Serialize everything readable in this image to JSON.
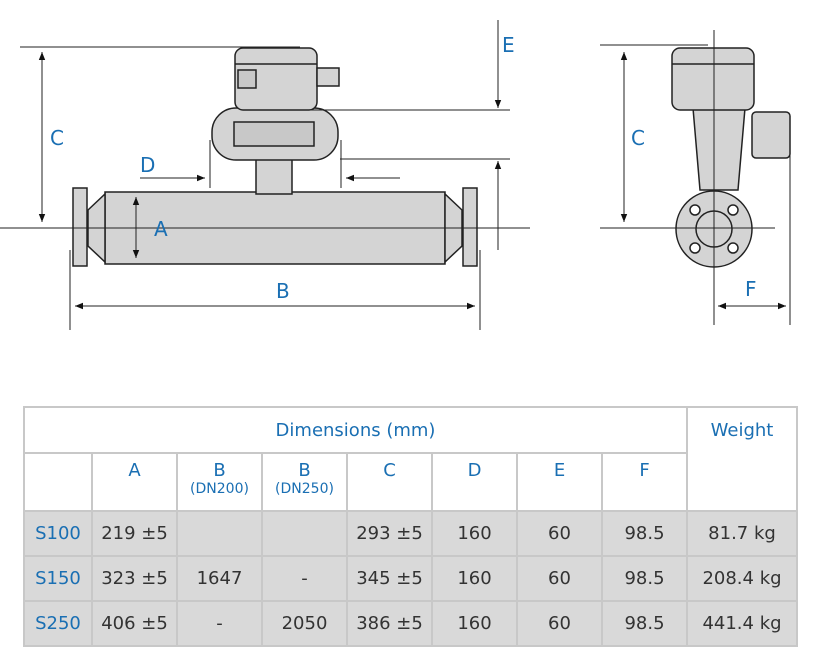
{
  "drawing": {
    "labels": {
      "A": "A",
      "B": "B",
      "C": "C",
      "D": "D",
      "E": "E",
      "F": "F"
    }
  },
  "table": {
    "group_header": "Dimensions (mm)",
    "weight_header": "Weight",
    "columns": [
      {
        "label": "A",
        "sub": ""
      },
      {
        "label": "B",
        "sub": "(DN200)"
      },
      {
        "label": "B",
        "sub": "(DN250)"
      },
      {
        "label": "C",
        "sub": ""
      },
      {
        "label": "D",
        "sub": ""
      },
      {
        "label": "E",
        "sub": ""
      },
      {
        "label": "F",
        "sub": ""
      }
    ],
    "rows": [
      {
        "model": "S100",
        "A": "219 ±5",
        "B200": "",
        "B250": "",
        "C": "293 ±5",
        "D": "160",
        "E": "60",
        "F": "98.5",
        "weight": "81.7 kg"
      },
      {
        "model": "S150",
        "A": "323 ±5",
        "B200": "1647",
        "B250": "-",
        "C": "345 ±5",
        "D": "160",
        "E": "60",
        "F": "98.5",
        "weight": "208.4 kg"
      },
      {
        "model": "S250",
        "A": "406 ±5",
        "B200": "-",
        "B250": "2050",
        "C": "386 ±5",
        "D": "160",
        "E": "60",
        "F": "98.5",
        "weight": "441.4 kg"
      }
    ]
  },
  "colors": {
    "accent": "#1a6fb3",
    "body": "#d4d4d4",
    "cell": "#d9d9d9"
  }
}
